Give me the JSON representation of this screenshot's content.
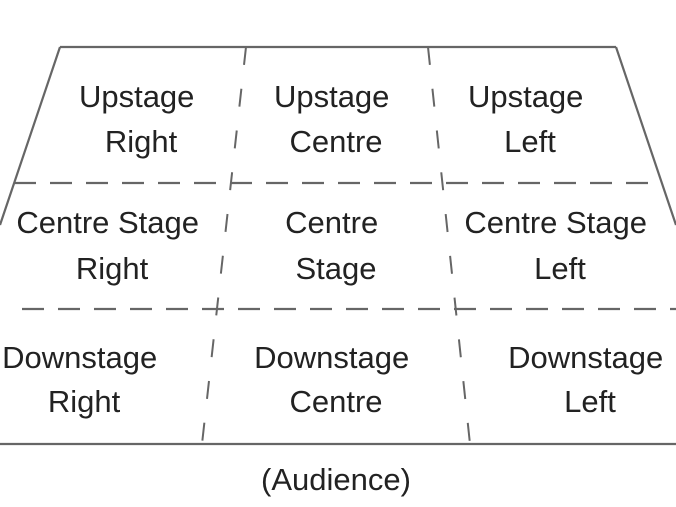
{
  "areas": {
    "upstage_right": [
      "Upstage",
      "Right"
    ],
    "upstage_centre": [
      "Upstage",
      "Centre"
    ],
    "upstage_left": [
      "Upstage",
      "Left"
    ],
    "centre_stage_right": [
      "Centre Stage",
      "Right"
    ],
    "centre_stage": [
      "Centre",
      "Stage"
    ],
    "centre_stage_left": [
      "Centre Stage",
      "Left"
    ],
    "downstage_right": [
      "Downstage",
      "Right"
    ],
    "downstage_centre": [
      "Downstage",
      "Centre"
    ],
    "downstage_left": [
      "Downstage",
      "Left"
    ]
  },
  "audience_label": "(Audience)",
  "line_color": "#666666",
  "text_color": "#222222"
}
